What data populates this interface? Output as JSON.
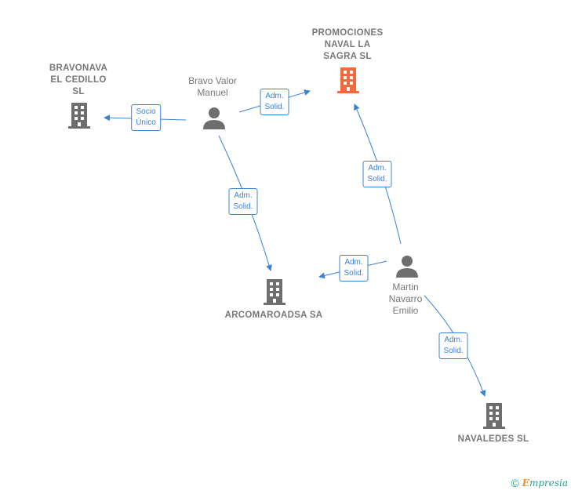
{
  "colors": {
    "edge": "#3b82d6",
    "building": "#6e6e6e",
    "building_highlight": "#f26a3a",
    "person": "#6e6e6e",
    "label_text": "#777777"
  },
  "nodes": {
    "bravonava": {
      "label": "BRAVONAVA\nEL CEDILLO\nSL",
      "type": "company",
      "icon": "building-icon"
    },
    "promociones": {
      "label": "PROMOCIONES\nNAVAL LA\nSAGRA SL",
      "type": "company",
      "icon": "building-icon",
      "highlighted": true
    },
    "arcomaroadsa": {
      "label": "ARCOMAROADSA SA",
      "type": "company",
      "icon": "building-icon"
    },
    "navaledes": {
      "label": "NAVALEDES SL",
      "type": "company",
      "icon": "building-icon"
    },
    "bravo_valor": {
      "label": "Bravo Valor\nManuel",
      "type": "person",
      "icon": "person-icon"
    },
    "martin_navarro": {
      "label": "Martin\nNavarro\nEmilio",
      "type": "person",
      "icon": "person-icon"
    }
  },
  "edges": [
    {
      "id": "e1",
      "label": "Socio\nÚnico"
    },
    {
      "id": "e2",
      "label": "Adm.\nSolid."
    },
    {
      "id": "e3",
      "label": "Adm.\nSolid."
    },
    {
      "id": "e4",
      "label": "Adm.\nSolid."
    },
    {
      "id": "e5",
      "label": "Adm.\nSolid."
    },
    {
      "id": "e6",
      "label": "Adm.\nSolid."
    }
  ],
  "footer": {
    "copyright_symbol": "©",
    "brand_first": "E",
    "brand_rest": "mpresia"
  }
}
